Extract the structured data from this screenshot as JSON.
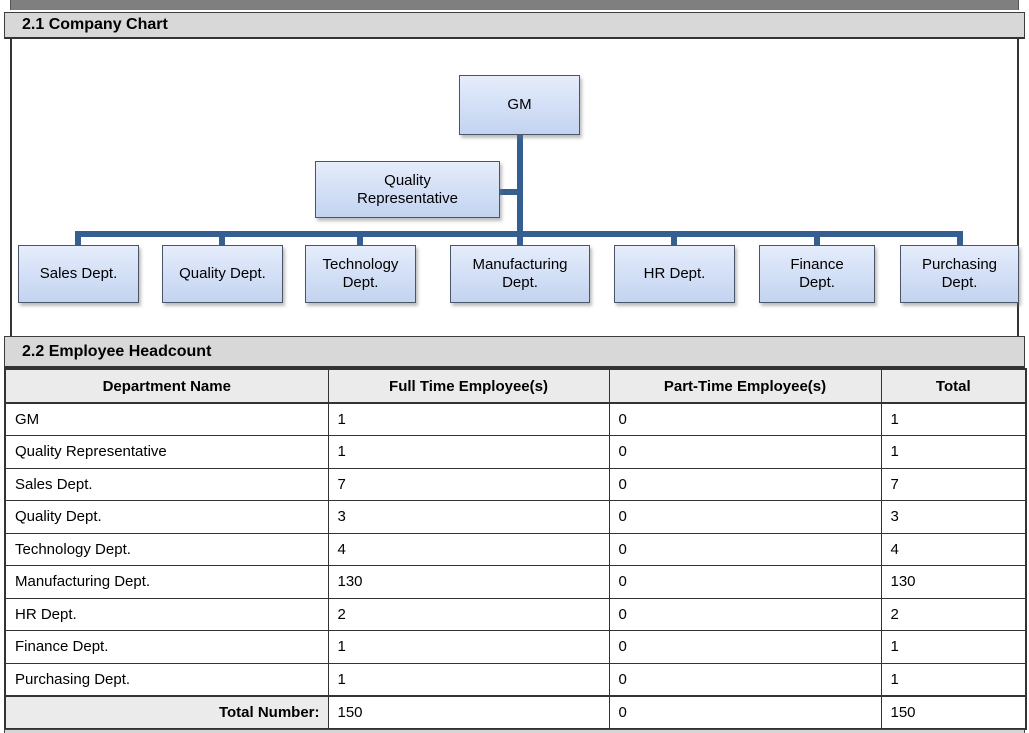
{
  "section1": {
    "title": "2.1 Company Chart"
  },
  "org_chart": {
    "root": "GM",
    "staff": "Quality Representative",
    "departments": [
      "Sales Dept.",
      "Quality Dept.",
      "Technology Dept.",
      "Manufacturing Dept.",
      "HR Dept.",
      "Finance Dept.",
      "Purchasing Dept."
    ],
    "colors": {
      "connector_line": "#355f91",
      "node_fill_top": "#e6edfb",
      "node_fill_bottom": "#c3d4f0",
      "node_border": "#4a5568"
    }
  },
  "section2": {
    "title": "2.2 Employee Headcount"
  },
  "headcount_table": {
    "headers": [
      "Department Name",
      "Full Time Employee(s)",
      "Part-Time Employee(s)",
      "Total"
    ],
    "rows": [
      [
        "GM",
        "1",
        "0",
        "1"
      ],
      [
        "Quality Representative",
        "1",
        "0",
        "1"
      ],
      [
        "Sales Dept.",
        "7",
        "0",
        "7"
      ],
      [
        "Quality Dept.",
        "3",
        "0",
        "3"
      ],
      [
        "Technology Dept.",
        "4",
        "0",
        "4"
      ],
      [
        "Manufacturing Dept.",
        "130",
        "0",
        "130"
      ],
      [
        "HR Dept.",
        "2",
        "0",
        "2"
      ],
      [
        "Finance Dept.",
        "1",
        "0",
        "1"
      ],
      [
        "Purchasing Dept.",
        "1",
        "0",
        "1"
      ]
    ],
    "total_row": {
      "label": "Total Number:",
      "full_time": "150",
      "part_time": "0",
      "total": "150"
    }
  }
}
